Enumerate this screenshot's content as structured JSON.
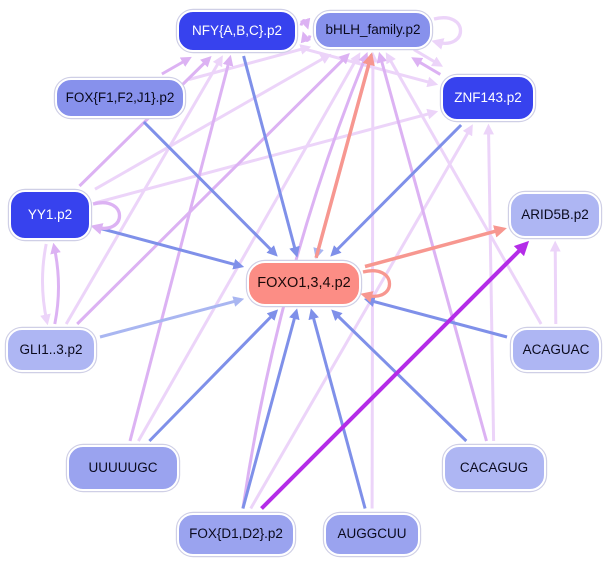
{
  "diagram": {
    "type": "regulatory-network",
    "background": "#ffffff"
  },
  "colors": {
    "node_strong": "#3742ee",
    "node_mid": "#8791ec",
    "node_soft": "#9aa3ef",
    "node_light": "#aeb6f3",
    "node_salmon": "#fc8d85",
    "edge_blue": "#7f90e9",
    "edge_lightblue": "#a9b6f1",
    "edge_pink": "#dcb2f3",
    "edge_pinklight": "#ecd4f9",
    "edge_salmon": "#f79790",
    "edge_magenta": "#b42ce8"
  },
  "graph": {
    "nodes": [
      {
        "id": "nfy_abc",
        "label": "NFY{A,B,C}.p2",
        "style": "strong"
      },
      {
        "id": "bhlh_family",
        "label": "bHLH_family.p2",
        "style": "mid"
      },
      {
        "id": "fox_f1f2j1",
        "label": "FOX{F1,F2,J1}.p2",
        "style": "mid"
      },
      {
        "id": "znf143",
        "label": "ZNF143.p2",
        "style": "strong"
      },
      {
        "id": "yy1",
        "label": "YY1.p2",
        "style": "strong"
      },
      {
        "id": "arid5b",
        "label": "ARID5B.p2",
        "style": "light"
      },
      {
        "id": "foxo134",
        "label": "FOXO1,3,4.p2",
        "style": "salmon"
      },
      {
        "id": "gli1_3",
        "label": "GLI1..3.p2",
        "style": "light"
      },
      {
        "id": "acaguac",
        "label": "ACAGUAC",
        "style": "light"
      },
      {
        "id": "uuuuugc",
        "label": "UUUUUGC",
        "style": "soft"
      },
      {
        "id": "cacagug",
        "label": "CACAGUG",
        "style": "light"
      },
      {
        "id": "fox_d1d2",
        "label": "FOX{D1,D2}.p2",
        "style": "soft"
      },
      {
        "id": "auggcuu",
        "label": "AUGGCUU",
        "style": "soft"
      }
    ],
    "edges": [
      {
        "from": "fox_f1f2j1",
        "to": "nfy_abc",
        "color": "edge_pink"
      },
      {
        "from": "fox_f1f2j1",
        "to": "bhlh_family",
        "color": "edge_pinklight"
      },
      {
        "from": "yy1",
        "to": "nfy_abc",
        "color": "edge_pink"
      },
      {
        "from": "yy1",
        "to": "bhlh_family",
        "color": "edge_pinklight"
      },
      {
        "from": "yy1",
        "to": "znf143",
        "color": "edge_pinklight"
      },
      {
        "from": "nfy_abc",
        "to": "znf143",
        "color": "edge_pinklight"
      },
      {
        "from": "nfy_abc",
        "to": "bhlh_family",
        "color": "edge_pink",
        "curve": -10,
        "shift": -5
      },
      {
        "from": "bhlh_family",
        "to": "nfy_abc",
        "color": "edge_pink",
        "curve": -10,
        "shift": -5
      },
      {
        "from": "bhlh_family",
        "to": "znf143",
        "color": "edge_pinklight",
        "shift": -4
      },
      {
        "from": "znf143",
        "to": "bhlh_family",
        "color": "edge_pink",
        "shift": -4
      },
      {
        "from": "gli1_3",
        "to": "nfy_abc",
        "color": "edge_pinklight"
      },
      {
        "from": "gli1_3",
        "to": "bhlh_family",
        "color": "edge_pink"
      },
      {
        "from": "gli1_3",
        "to": "yy1",
        "color": "edge_pink",
        "curve": 8,
        "shift": 4
      },
      {
        "from": "yy1",
        "to": "gli1_3",
        "color": "edge_pinklight",
        "curve": 8,
        "shift": 4
      },
      {
        "from": "uuuuugc",
        "to": "nfy_abc",
        "color": "edge_pink"
      },
      {
        "from": "uuuuugc",
        "to": "bhlh_family",
        "color": "edge_pinklight"
      },
      {
        "from": "fox_d1d2",
        "to": "bhlh_family",
        "color": "edge_pink",
        "curve": -28
      },
      {
        "from": "fox_d1d2",
        "to": "znf143",
        "color": "edge_pinklight"
      },
      {
        "from": "auggcuu",
        "to": "bhlh_family",
        "color": "edge_pinklight"
      },
      {
        "from": "cacagug",
        "to": "bhlh_family",
        "color": "edge_pink"
      },
      {
        "from": "cacagug",
        "to": "znf143",
        "color": "edge_pinklight"
      },
      {
        "from": "acaguac",
        "to": "bhlh_family",
        "color": "edge_pinklight"
      },
      {
        "from": "acaguac",
        "to": "arid5b",
        "color": "edge_pinklight"
      },
      {
        "from": "nfy_abc",
        "to": "foxo134",
        "color": "edge_blue"
      },
      {
        "from": "fox_f1f2j1",
        "to": "foxo134",
        "color": "edge_blue"
      },
      {
        "from": "yy1",
        "to": "foxo134",
        "color": "edge_blue"
      },
      {
        "from": "znf143",
        "to": "foxo134",
        "color": "edge_blue"
      },
      {
        "from": "bhlh_family",
        "to": "foxo134",
        "color": "edge_lightblue",
        "shift": -5
      },
      {
        "from": "gli1_3",
        "to": "foxo134",
        "color": "edge_lightblue"
      },
      {
        "from": "uuuuugc",
        "to": "foxo134",
        "color": "edge_blue"
      },
      {
        "from": "fox_d1d2",
        "to": "foxo134",
        "color": "edge_blue"
      },
      {
        "from": "auggcuu",
        "to": "foxo134",
        "color": "edge_blue"
      },
      {
        "from": "cacagug",
        "to": "foxo134",
        "color": "edge_blue"
      },
      {
        "from": "acaguac",
        "to": "foxo134",
        "color": "edge_blue"
      },
      {
        "from": "foxo134",
        "to": "bhlh_family",
        "color": "edge_salmon",
        "w": 3.5,
        "shift": 5
      },
      {
        "from": "foxo134",
        "to": "arid5b",
        "color": "edge_salmon",
        "w": 3.5
      },
      {
        "from": "fox_d1d2",
        "to": "arid5b",
        "color": "edge_magenta",
        "w": 4
      }
    ],
    "self_loops": [
      {
        "node": "foxo134",
        "color": "edge_salmon"
      },
      {
        "node": "yy1",
        "color": "edge_pink"
      },
      {
        "node": "bhlh_family",
        "color": "edge_pinklight"
      }
    ]
  }
}
